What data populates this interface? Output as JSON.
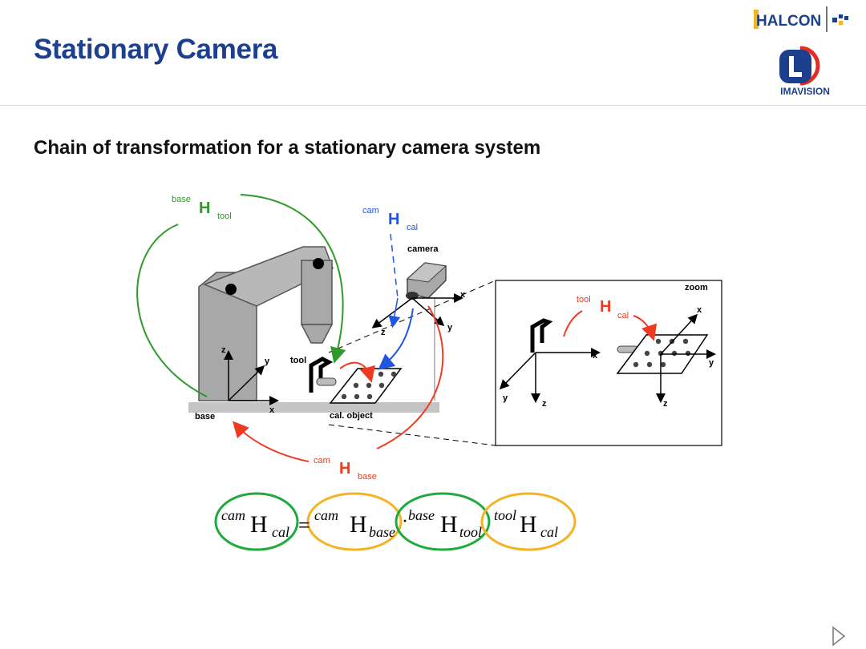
{
  "slide": {
    "title": "Stationary Camera",
    "subtitle": "Chain of transformation for a stationary camera system"
  },
  "logos": {
    "halcon": "HALCON",
    "imavision": "IMAVISION"
  },
  "diagram": {
    "label_base": "base",
    "label_tool": "tool",
    "label_camera": "camera",
    "label_cal_object": "cal. object",
    "label_zoom": "zoom",
    "axis_x": "x",
    "axis_y": "y",
    "axis_z": "z",
    "h_base_tool": {
      "pre": "base",
      "H": "H",
      "sub": "tool"
    },
    "h_cam_cal": {
      "pre": "cam",
      "H": "H",
      "sub": "cal"
    },
    "h_tool_cal": {
      "pre": "tool",
      "H": "H",
      "sub": "cal"
    },
    "h_cam_base": {
      "pre": "cam",
      "H": "H",
      "sub": "base"
    }
  },
  "equation": {
    "lhs": {
      "pre": "cam",
      "H": "H",
      "sub": "cal"
    },
    "equals": "=",
    "dot": "·",
    "t1": {
      "pre": "cam",
      "H": "H",
      "sub": "base"
    },
    "t2": {
      "pre": "base",
      "H": "H",
      "sub": "tool"
    },
    "t3": {
      "pre": "tool",
      "H": "H",
      "sub": "cal"
    }
  },
  "colors": {
    "title": "#1c3f8e",
    "green": "#2e9a2a",
    "blue": "#1f56e0",
    "red": "#ee3b22",
    "orange_ellipse": "#f5b324",
    "green_ellipse": "#1faa3c",
    "robot_gray": "#a8a8a8"
  },
  "navigation": {
    "next_icon": "triangle-right-icon"
  }
}
